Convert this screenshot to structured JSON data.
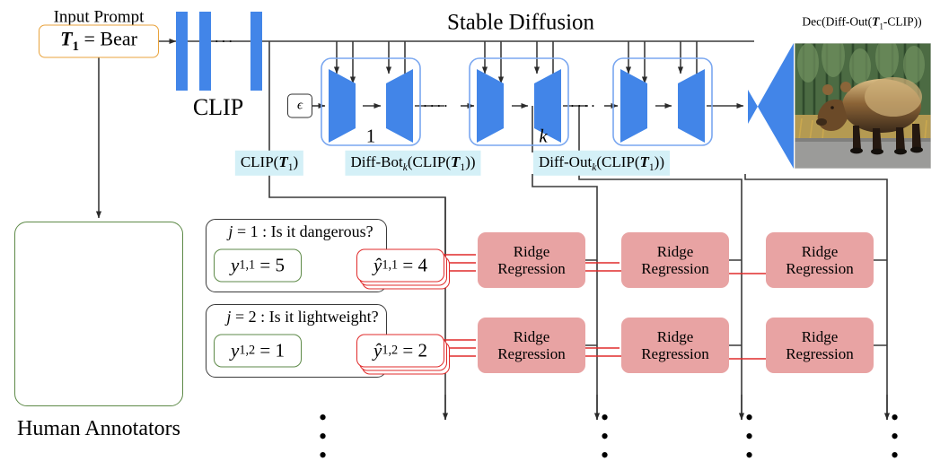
{
  "title": "Stable Diffusion feature extraction and ridge regression pipeline",
  "colors": {
    "blue": "#4285e8",
    "light_blue_label": "#d4f0f7",
    "ridge_pink": "#e8a3a3",
    "green_border": "#5e8a48",
    "red_border": "#e02b2b",
    "orange_border": "#e9a33c",
    "orange_arrow_fill": "#fbe3b3",
    "line": "#3a3a3a"
  },
  "input": {
    "caption": "Input Prompt",
    "prompt_value": "T",
    "prompt_sub": "1",
    "prompt_rest": " = Bear"
  },
  "encoder": {
    "name": "CLIP",
    "bar_count": 3,
    "ellipsis": "···"
  },
  "diffusion": {
    "title": "Stable Diffusion",
    "noise_symbol": "ϵ",
    "step_labels": [
      "1",
      "k"
    ],
    "block_count": 3,
    "ellipsis": "····"
  },
  "decoder": {
    "output_caption": "Dec(Diff-Out(CLIP(T1)))",
    "image_alt": "generated brown bear on road in forest"
  },
  "feature_labels": [
    {
      "id": "clip-feature",
      "text": "CLIP(T1)"
    },
    {
      "id": "diff-bot-feature",
      "text": "Diff-Botk(CLIP(T1))"
    },
    {
      "id": "diff-out-feature",
      "text": "Diff-Outk(CLIP(T1))"
    }
  ],
  "human": {
    "caption": "Human Annotators"
  },
  "questions": [
    {
      "index": "1",
      "question": "j = 1 : Is it dangerous?",
      "human_rating": "y1,1 = 5",
      "pred_rating": "ŷ1,1 = 4"
    },
    {
      "index": "2",
      "question": "j = 2 : Is it lightweight?",
      "human_rating": "y1,2 = 1",
      "pred_rating": "ŷ1,2 = 2"
    }
  ],
  "regressors": {
    "label_line1": "Ridge",
    "label_line2": "Regression",
    "columns": 3,
    "rows": 2
  },
  "continuation": {
    "vdots": "•",
    "columns": 4
  }
}
